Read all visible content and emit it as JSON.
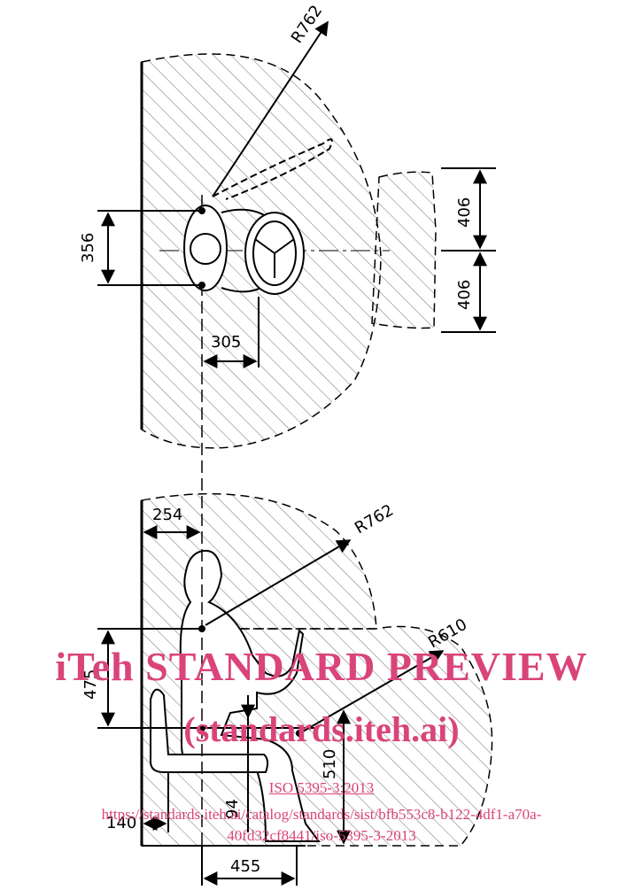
{
  "top_view": {
    "radius_label": "R762",
    "width_label": "356",
    "offset_label": "305",
    "upper_label": "406",
    "lower_label": "406"
  },
  "side_view": {
    "setback_label": "254",
    "radius_shoulder_label": "R762",
    "radius_knee_label": "R610",
    "height_label": "475",
    "seat_label": "94",
    "knee_height_label": "510",
    "heel_label": "140",
    "reach_label": "455"
  },
  "watermark": {
    "title": "iTeh STANDARD PREVIEW",
    "subtitle": "(standards.iteh.ai)",
    "standard": "ISO 5395-3:2013",
    "url_line1": "https://standards.iteh.ai/catalog/standards/sist/bfb553c8-b122-4df1-a70a-",
    "url_line2": "40fd32cf8441/iso-5395-3-2013"
  }
}
